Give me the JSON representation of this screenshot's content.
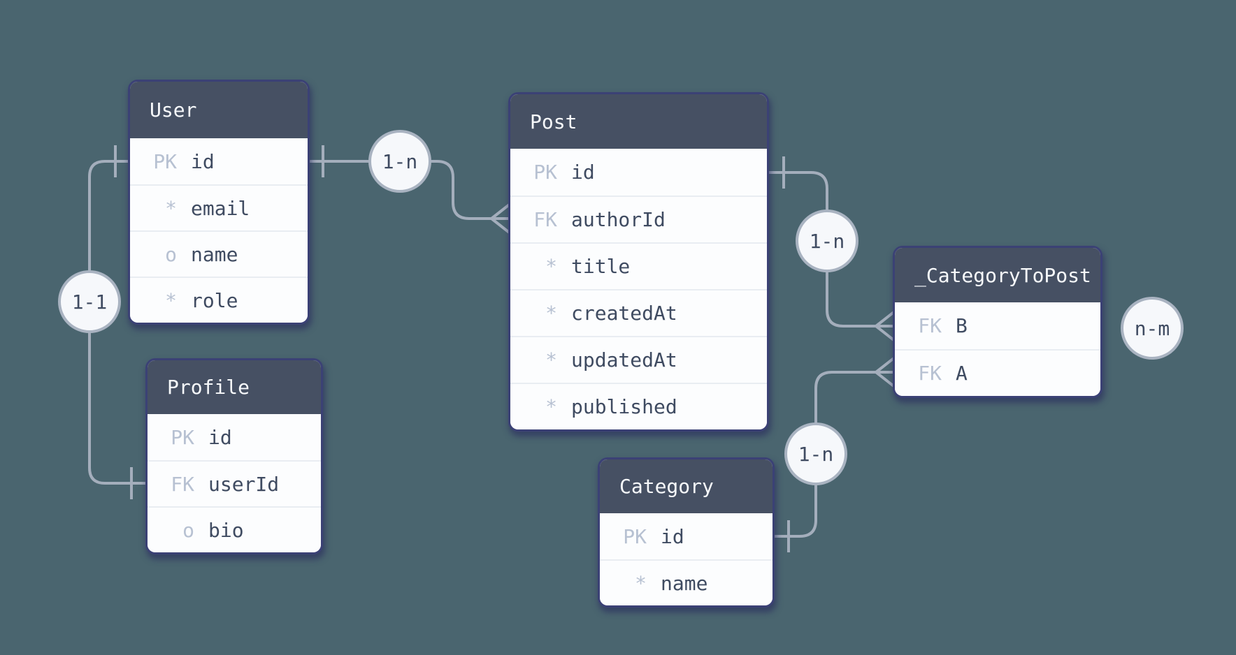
{
  "diagram_type": "entity-relationship",
  "colors": {
    "background": "#4a656f",
    "table_header_bg": "#465063",
    "table_header_text": "#f7f9fb",
    "table_body_bg": "#fcfdfe",
    "field_text": "#3f4b61",
    "key_text": "#b7c1d2",
    "table_border": "#3b4175",
    "relationship_line": "#a4aebc",
    "badge_bg": "#f6f8fb",
    "badge_border": "#a9b3c1"
  },
  "tables": {
    "user": {
      "title": "User",
      "rows": [
        {
          "key": "PK",
          "name": "id"
        },
        {
          "key": "*",
          "name": "email"
        },
        {
          "key": "o",
          "name": "name"
        },
        {
          "key": "*",
          "name": "role"
        }
      ]
    },
    "profile": {
      "title": "Profile",
      "rows": [
        {
          "key": "PK",
          "name": "id"
        },
        {
          "key": "FK",
          "name": "userId"
        },
        {
          "key": "o",
          "name": "bio"
        }
      ]
    },
    "post": {
      "title": "Post",
      "rows": [
        {
          "key": "PK",
          "name": "id"
        },
        {
          "key": "FK",
          "name": "authorId"
        },
        {
          "key": "*",
          "name": "title"
        },
        {
          "key": "*",
          "name": "createdAt"
        },
        {
          "key": "*",
          "name": "updatedAt"
        },
        {
          "key": "*",
          "name": "published"
        }
      ]
    },
    "category": {
      "title": "Category",
      "rows": [
        {
          "key": "PK",
          "name": "id"
        },
        {
          "key": "*",
          "name": "name"
        }
      ]
    },
    "categoryToPost": {
      "title": "_CategoryToPost",
      "rows": [
        {
          "key": "FK",
          "name": "B"
        },
        {
          "key": "FK",
          "name": "A"
        }
      ]
    }
  },
  "relationships": [
    {
      "label": "1-n",
      "from": "User.id",
      "to": "Post.authorId",
      "from_cardinality": "one",
      "to_cardinality": "many"
    },
    {
      "label": "1-1",
      "from": "User.id",
      "to": "Profile.userId",
      "from_cardinality": "one",
      "to_cardinality": "one"
    },
    {
      "label": "1-n",
      "from": "Post.id",
      "to": "_CategoryToPost.B",
      "from_cardinality": "one",
      "to_cardinality": "many"
    },
    {
      "label": "1-n",
      "from": "Category.id",
      "to": "_CategoryToPost.A",
      "from_cardinality": "one",
      "to_cardinality": "many"
    },
    {
      "label": "n-m"
    }
  ]
}
